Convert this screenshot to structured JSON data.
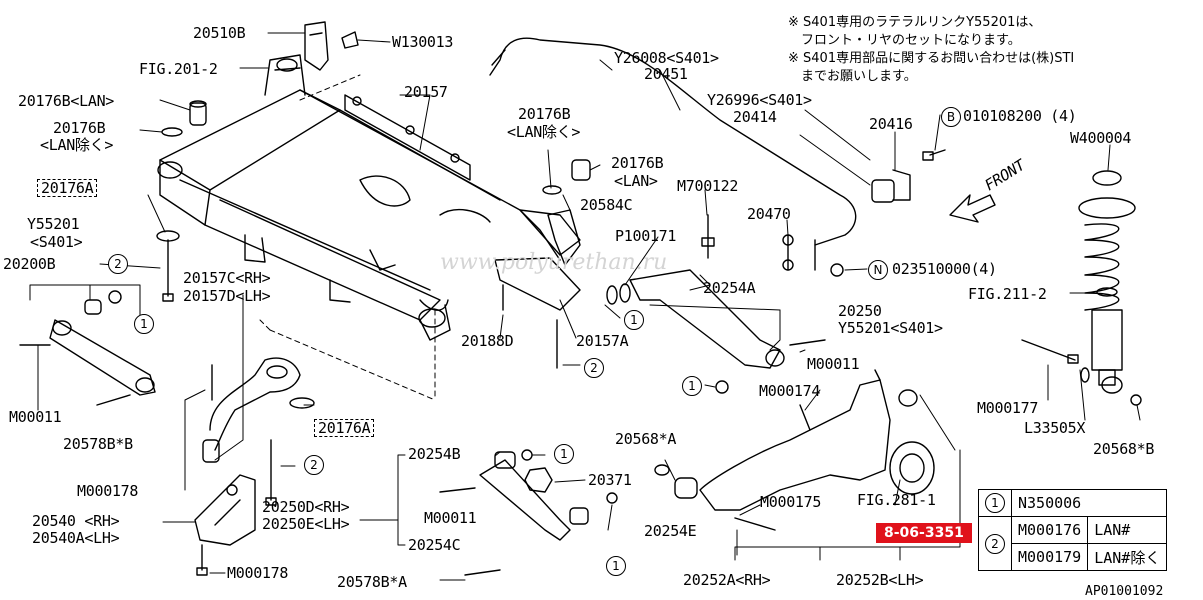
{
  "notes": [
    "※ S401専用のラテラルリンクY55201は、",
    "　フロント・リヤのセットになります。",
    "※ S401専用部品に関するお問い合わせは(株)STI",
    "　までお願いします。"
  ],
  "watermark": "www.polyurethan.ru",
  "labels": {
    "p20510B": "20510B",
    "w130013": "W130013",
    "fig2012": "FIG.201-2",
    "p20176B_lan": "20176B<LAN>",
    "p20176B_lanx1": "20176B",
    "p20176B_lanx2": "<LAN除く>",
    "p20157": "20157",
    "p20176A_1": "20176A",
    "y55201_1": "Y55201",
    "s401_1": "<S401>",
    "p20200B": "20200B",
    "p20157C": "20157C<RH>",
    "p20157D": "20157D<LH>",
    "m00011_1": "M00011",
    "p20578B_B": "20578B*B",
    "m000178_1": "M000178",
    "p20540": "20540 <RH>",
    "p20540A": "20540A<LH>",
    "m000178_2": "M000178",
    "p20176A_2": "20176A",
    "p20250D": "20250D<RH>",
    "p20250E": "20250E<LH>",
    "p20254B": "20254B",
    "p20371": "20371",
    "m00011_2": "M00011",
    "p20254C": "20254C",
    "p20578B_A": "20578B*A",
    "y26008": "Y26008<S401>",
    "p20451": "20451",
    "y26996": "Y26996<S401>",
    "p20414": "20414",
    "p20416": "20416",
    "b010108200": "010108200 (4)",
    "w400004": "W400004",
    "front": "FRONT",
    "p20176B_r1": "20176B",
    "p20176B_r2": "<LAN除く>",
    "p20176B_r3": "20176B",
    "p20176B_r4": "<LAN>",
    "m700122": "M700122",
    "p20584C": "20584C",
    "p100171": "P100171",
    "p20470": "20470",
    "n023510000": "023510000(4)",
    "p20254A": "20254A",
    "fig2112": "FIG.211-2",
    "p20250": "20250",
    "y55201_2": "Y55201<S401>",
    "p20188D": "20188D",
    "p20157A": "20157A",
    "m00011_3": "M00011",
    "m000174": "M000174",
    "m000177": "M000177",
    "l33505x": "L33505X",
    "p20568_b": "20568*B",
    "p20568_a": "20568*A",
    "fig2811": "FIG.281-1",
    "m000175": "M000175",
    "p20254E": "20254E",
    "p20252A": "20252A<RH>",
    "p20252B": "20252B<LH>"
  },
  "circle_marks": {
    "one": "1",
    "two": "2",
    "b": "B",
    "n": "N"
  },
  "red_tag": "8-06-3351",
  "legend": {
    "row1_num": "1",
    "row1_part": "N350006",
    "row2_num": "2",
    "row2_part": "M000176",
    "row2_note": "LAN#",
    "row3_part": "M000179",
    "row3_note": "LAN#除く"
  },
  "ref_code": "AP01001092",
  "colors": {
    "line": "#000000",
    "red_tag": "#e0121b",
    "watermark": "#d4d4d4"
  }
}
